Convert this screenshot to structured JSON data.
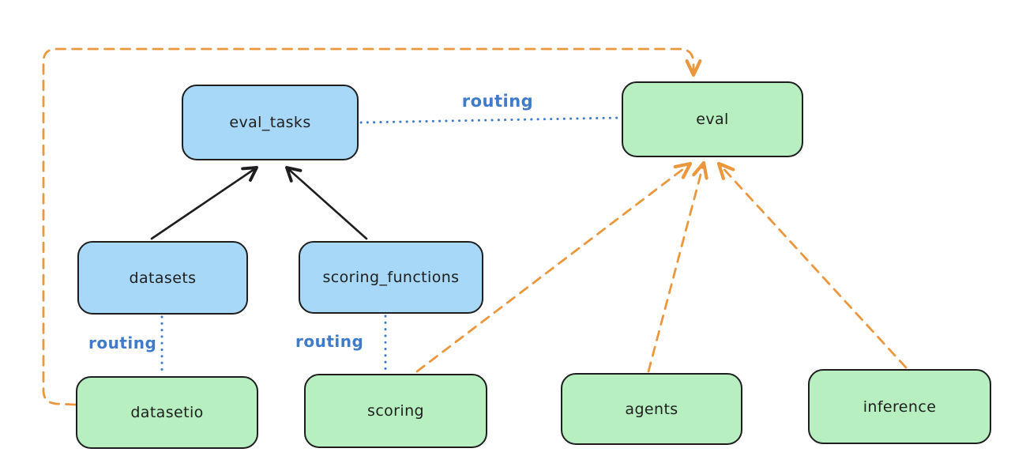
{
  "diagram": {
    "nodes": {
      "eval_tasks": {
        "label": "eval_tasks",
        "fill": "blue"
      },
      "eval": {
        "label": "eval",
        "fill": "green"
      },
      "datasets": {
        "label": "datasets",
        "fill": "blue"
      },
      "scoring_functions": {
        "label": "scoring_functions",
        "fill": "blue"
      },
      "datasetio": {
        "label": "datasetio",
        "fill": "green"
      },
      "scoring": {
        "label": "scoring",
        "fill": "green"
      },
      "agents": {
        "label": "agents",
        "fill": "green"
      },
      "inference": {
        "label": "inference",
        "fill": "green"
      }
    },
    "edges": [
      {
        "from": "datasets",
        "to": "eval_tasks",
        "style": "solid-arrow",
        "color": "black"
      },
      {
        "from": "scoring_functions",
        "to": "eval_tasks",
        "style": "solid-arrow",
        "color": "black"
      },
      {
        "from": "eval_tasks",
        "to": "eval",
        "style": "dotted-line",
        "color": "blue",
        "label": "routing"
      },
      {
        "from": "datasets",
        "to": "datasetio",
        "style": "dotted-line",
        "color": "blue",
        "label": "routing"
      },
      {
        "from": "scoring_functions",
        "to": "scoring",
        "style": "dotted-line",
        "color": "blue",
        "label": "routing"
      },
      {
        "from": "datasetio",
        "to": "eval",
        "style": "dashed-arrow",
        "color": "orange"
      },
      {
        "from": "scoring",
        "to": "eval",
        "style": "dashed-arrow",
        "color": "orange"
      },
      {
        "from": "agents",
        "to": "eval",
        "style": "dashed-arrow",
        "color": "orange"
      },
      {
        "from": "inference",
        "to": "eval",
        "style": "dashed-arrow",
        "color": "orange"
      }
    ],
    "colors": {
      "node_blue_fill": "#a7d8f8",
      "node_green_fill": "#b7efc1",
      "node_stroke": "#1e1e1e",
      "black_edge": "#1e1e1e",
      "blue_edge": "#3e7bc8",
      "orange_edge": "#eb973d",
      "background": "#ffffff"
    }
  }
}
